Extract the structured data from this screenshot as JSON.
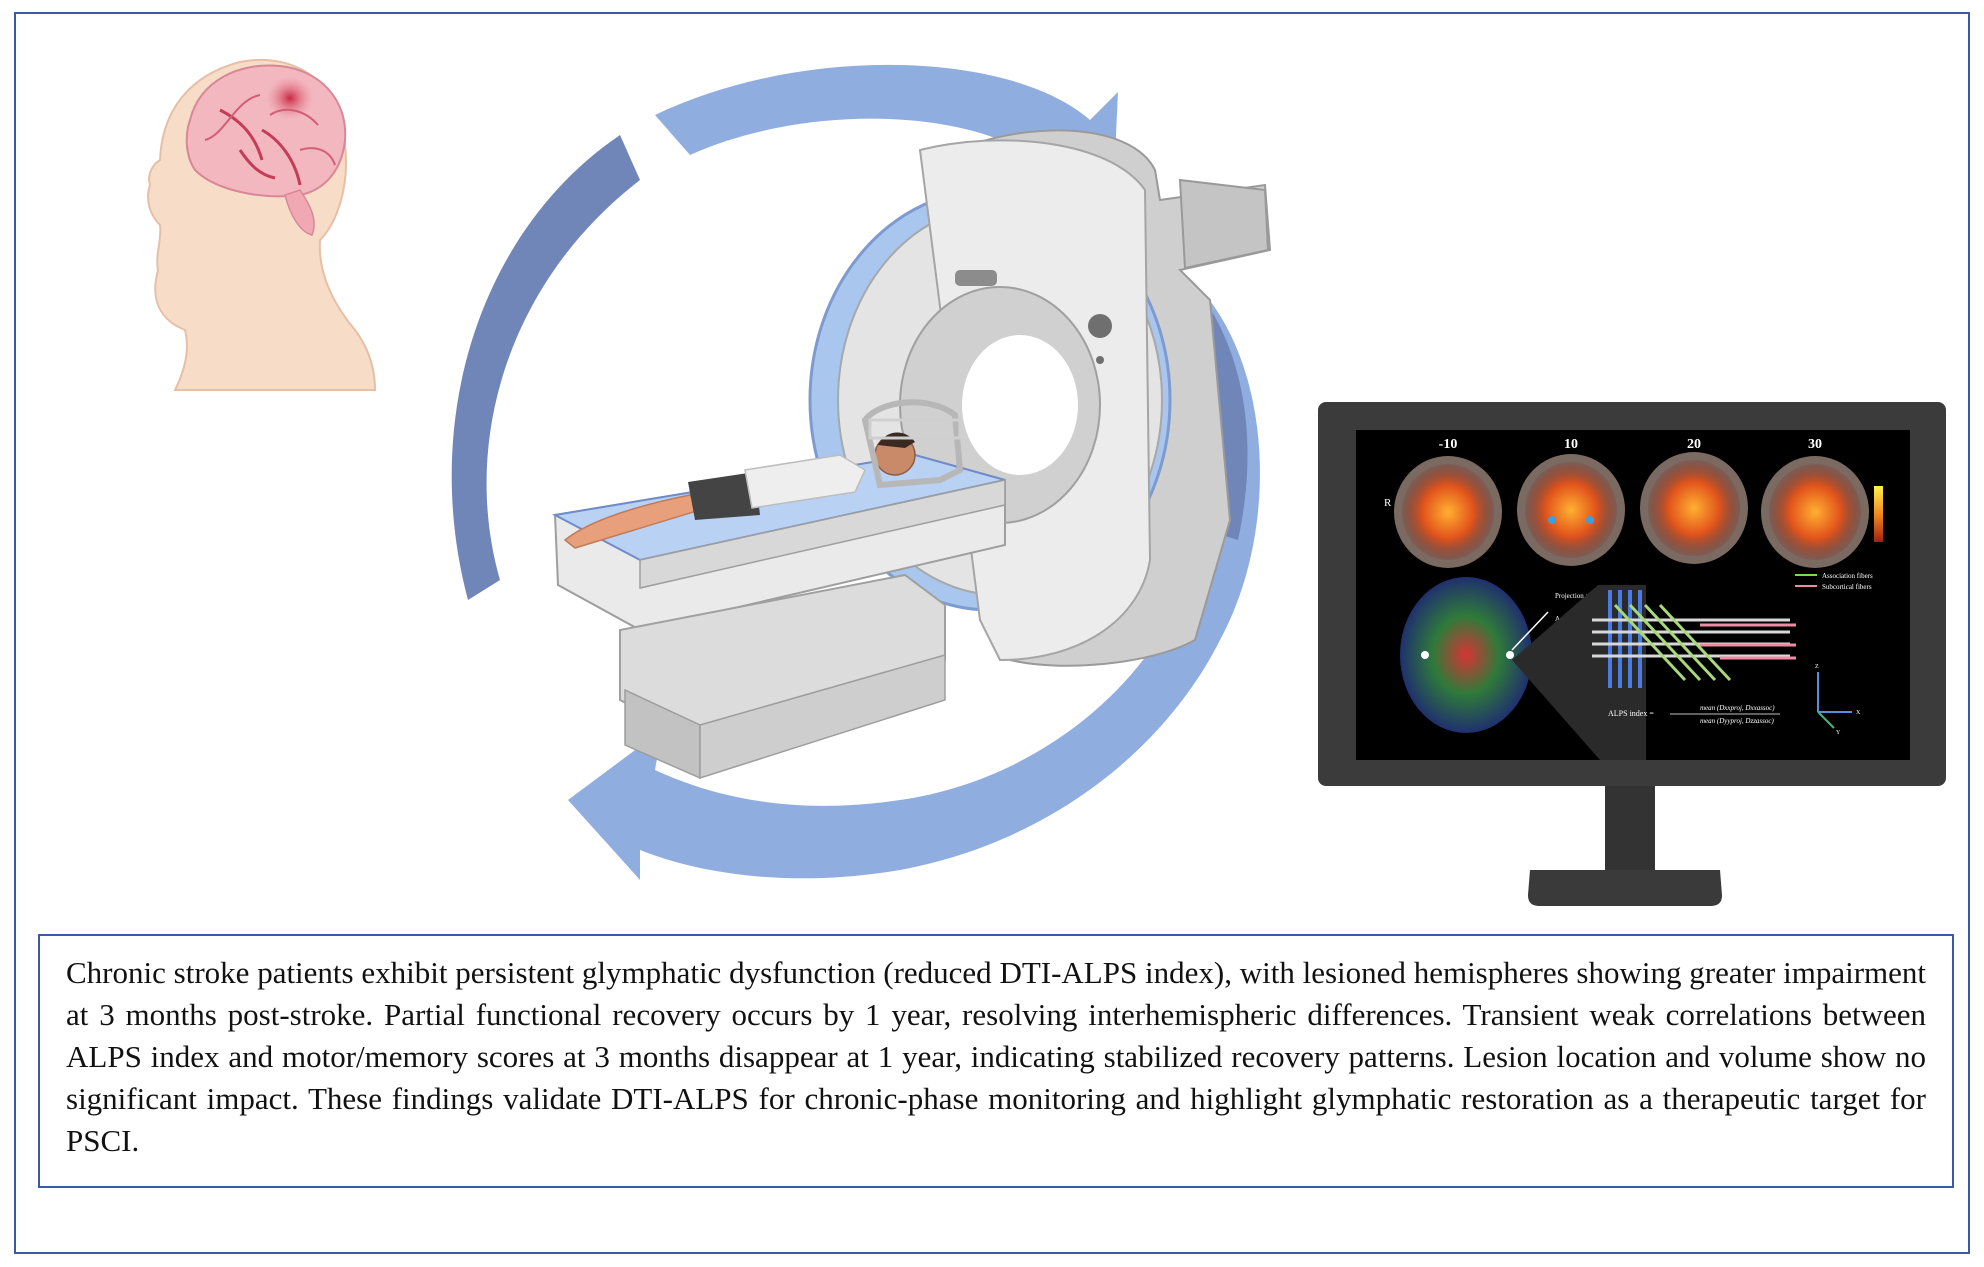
{
  "monitor": {
    "slices": [
      "-10",
      "10",
      "20",
      "30"
    ],
    "side_label": "R",
    "legend": [
      "Association fibers",
      "Subcortical fibers"
    ],
    "callouts": [
      "Projection area",
      "Association area"
    ],
    "formula": {
      "lhs": "ALPS index =",
      "numerator": "mean (Dxxproj, Dxxassoc)",
      "denominator": "mean (Dyyproj, Dzzassoc)"
    },
    "axes": [
      "Z",
      "X",
      "Y"
    ]
  },
  "summary": "Chronic stroke patients exhibit persistent glymphatic dysfunction (reduced DTI-ALPS index), with lesioned hemispheres showing greater impairment at 3 months post-stroke. Partial functional recovery occurs by 1 year, resolving interhemispheric differences. Transient weak correlations between ALPS index and motor/memory scores at 3 months disappear at 1 year, indicating stabilized recovery patterns. Lesion location and volume show no significant impact. These findings validate DTI-ALPS for chronic-phase monitoring and highlight glymphatic restoration as a therapeutic target for PSCI.",
  "colors": {
    "frame": "#3b5aa4",
    "arrow_light": "#90ade0",
    "arrow_dark": "#7186b8"
  }
}
